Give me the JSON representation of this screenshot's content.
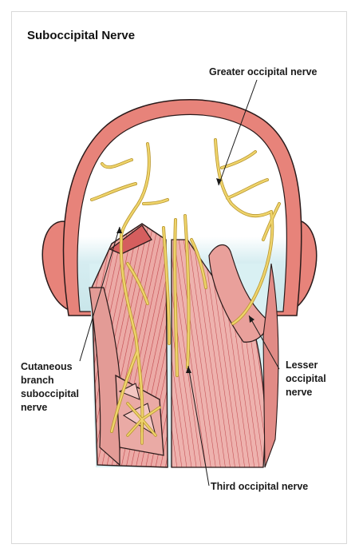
{
  "title": "Suboccipital Nerve",
  "labels": {
    "greater": "Greater occipital nerve",
    "cutaneous": [
      "Cutaneous",
      "branch",
      "suboccipital",
      "nerve"
    ],
    "lesser": [
      "Lesser",
      "occipital",
      "nerve"
    ],
    "third": "Third occipital nerve"
  },
  "colors": {
    "skin": "#e7837a",
    "skin_dark": "#c2504a",
    "muscle": "#e9a5a1",
    "muscle_line": "#b53d40",
    "nerve": "#efd46b",
    "nerve_edge": "#b8962f",
    "scalp_blue": "#cfe9ee",
    "outline": "#2a1a1a"
  }
}
